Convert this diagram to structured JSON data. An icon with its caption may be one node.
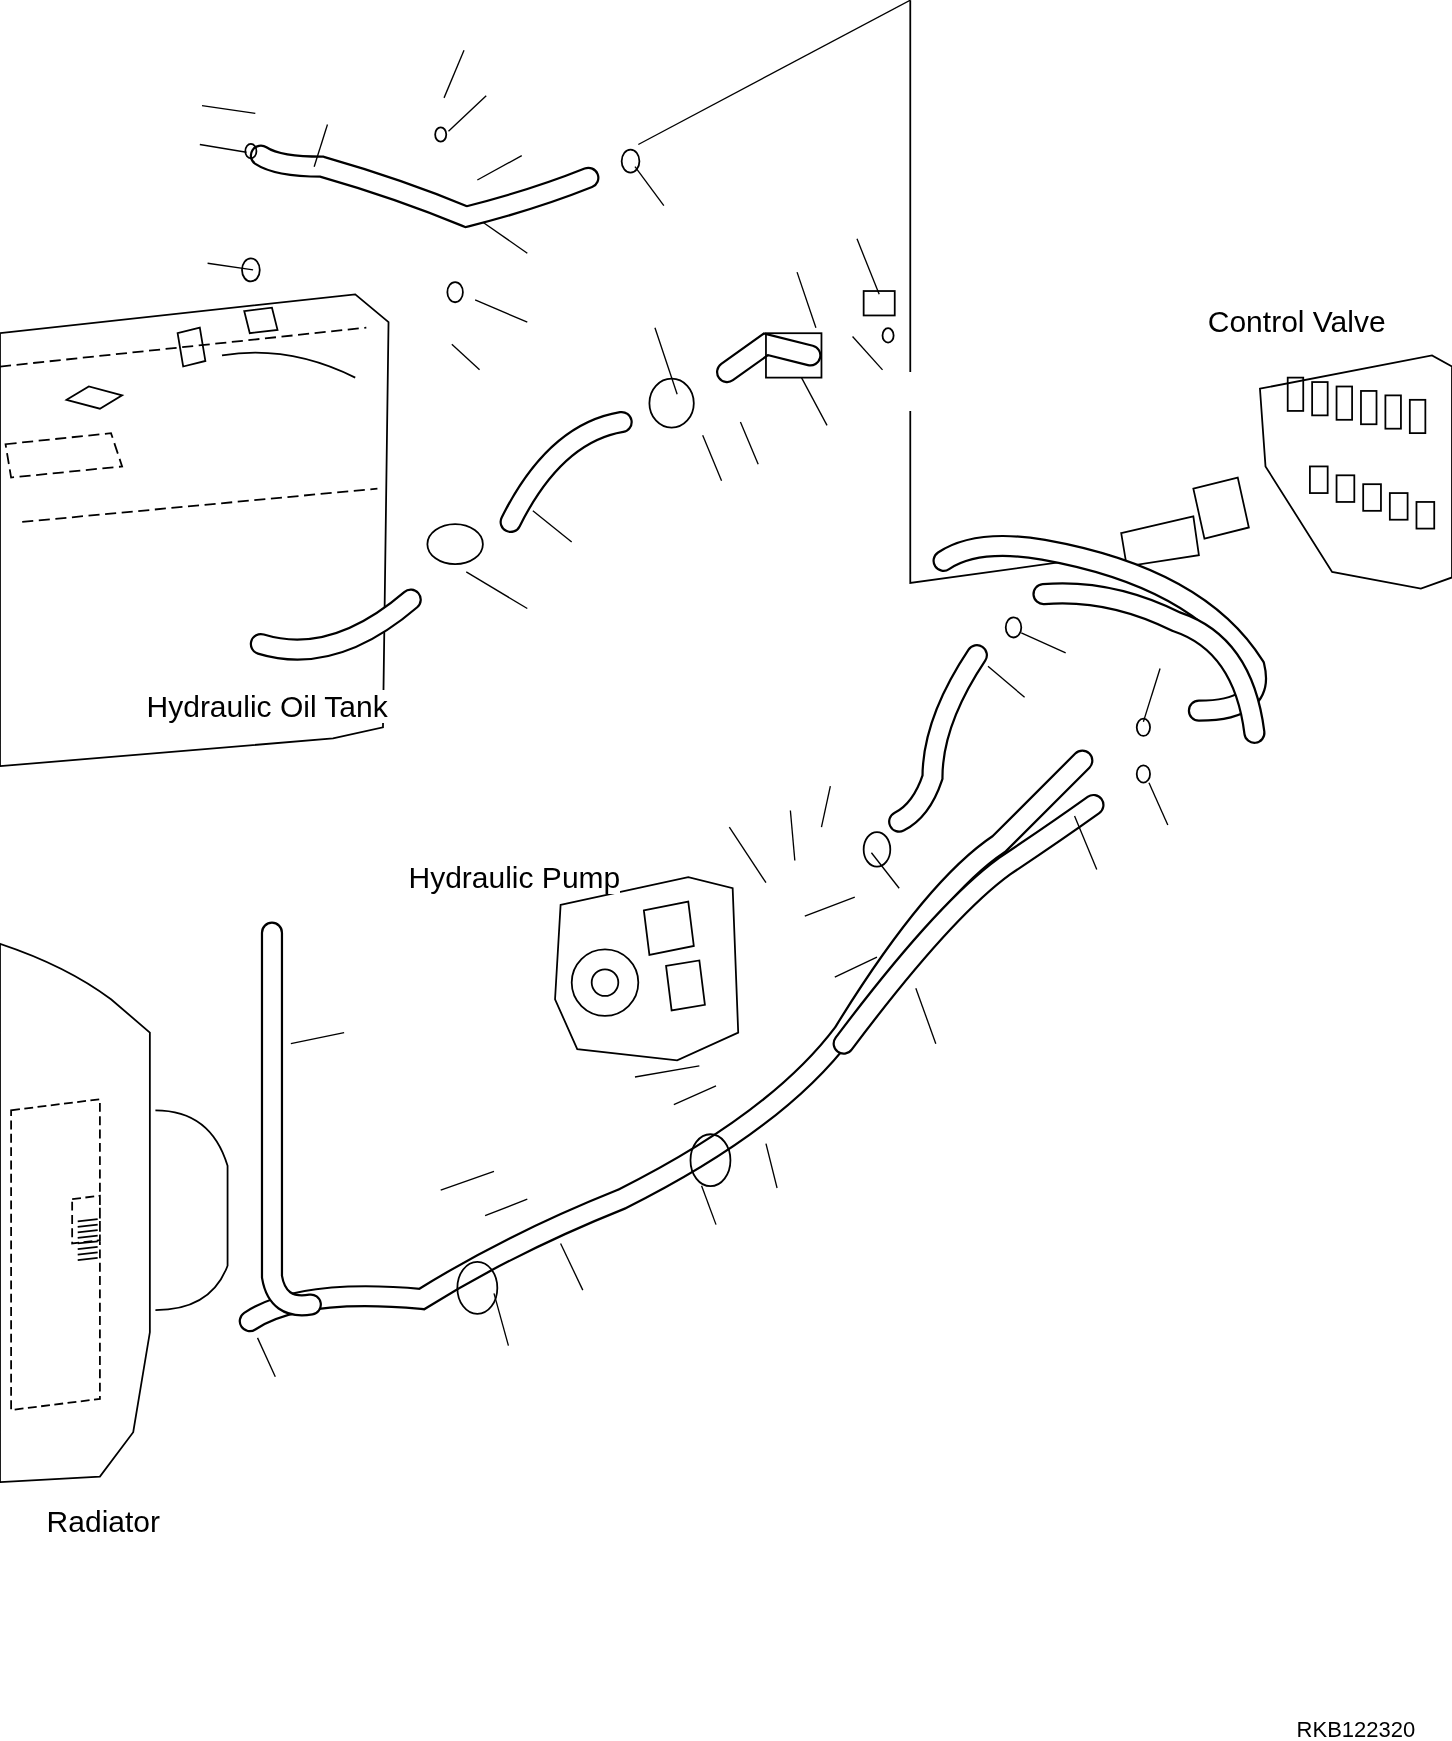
{
  "diagram": {
    "labels": [
      "Control Valve",
      "Hydraulic Oil Tank",
      "Hydraulic Pump",
      "Radiator",
      "RKB122320"
    ]
  }
}
